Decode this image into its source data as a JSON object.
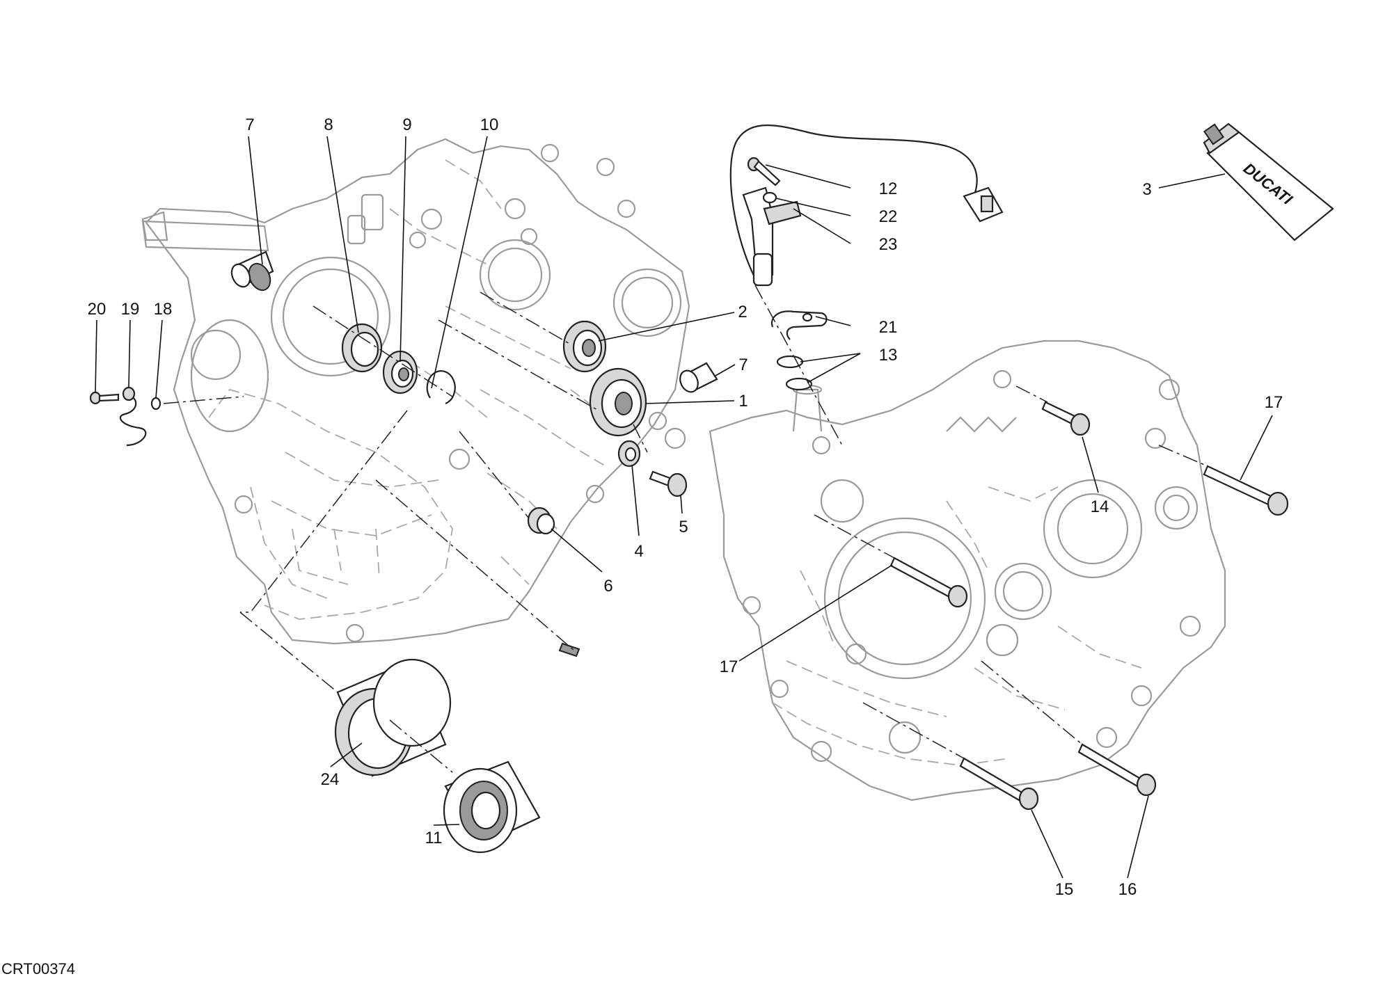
{
  "document_code": "CRT00374",
  "tube_text": "DUCATI",
  "callouts": [
    {
      "id": "c7a",
      "text": "7"
    },
    {
      "id": "c8",
      "text": "8"
    },
    {
      "id": "c9",
      "text": "9"
    },
    {
      "id": "c10",
      "text": "10"
    },
    {
      "id": "c20",
      "text": "20"
    },
    {
      "id": "c19",
      "text": "19"
    },
    {
      "id": "c18",
      "text": "18"
    },
    {
      "id": "c2",
      "text": "2"
    },
    {
      "id": "c7b",
      "text": "7"
    },
    {
      "id": "c1",
      "text": "1"
    },
    {
      "id": "c4",
      "text": "4"
    },
    {
      "id": "c5",
      "text": "5"
    },
    {
      "id": "c6",
      "text": "6"
    },
    {
      "id": "c24",
      "text": "24"
    },
    {
      "id": "c11",
      "text": "11"
    },
    {
      "id": "c12",
      "text": "12"
    },
    {
      "id": "c22",
      "text": "22"
    },
    {
      "id": "c23",
      "text": "23"
    },
    {
      "id": "c21",
      "text": "21"
    },
    {
      "id": "c13",
      "text": "13"
    },
    {
      "id": "c3",
      "text": "3"
    },
    {
      "id": "c14",
      "text": "14"
    },
    {
      "id": "c17a",
      "text": "17"
    },
    {
      "id": "c17b",
      "text": "17"
    },
    {
      "id": "c15",
      "text": "15"
    },
    {
      "id": "c16",
      "text": "16"
    }
  ]
}
